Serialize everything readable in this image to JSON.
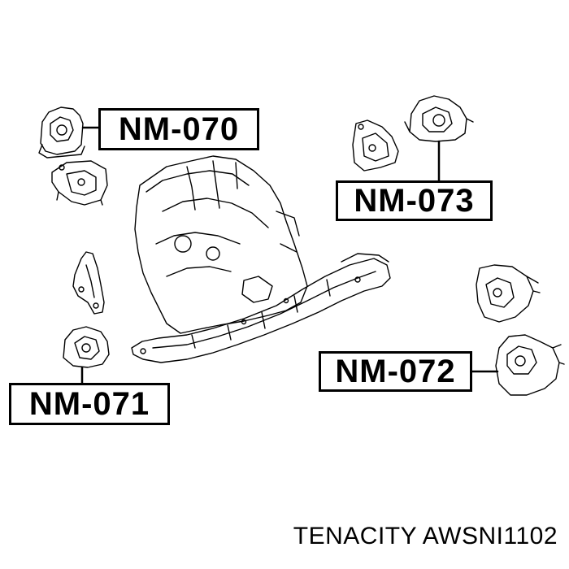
{
  "labels": {
    "mount_070": "NM-070",
    "mount_071": "NM-071",
    "mount_072": "NM-072",
    "mount_073": "NM-073"
  },
  "caption": "TENACITY AWSNI1102",
  "colors": {
    "line": "#000000",
    "background": "#ffffff"
  }
}
